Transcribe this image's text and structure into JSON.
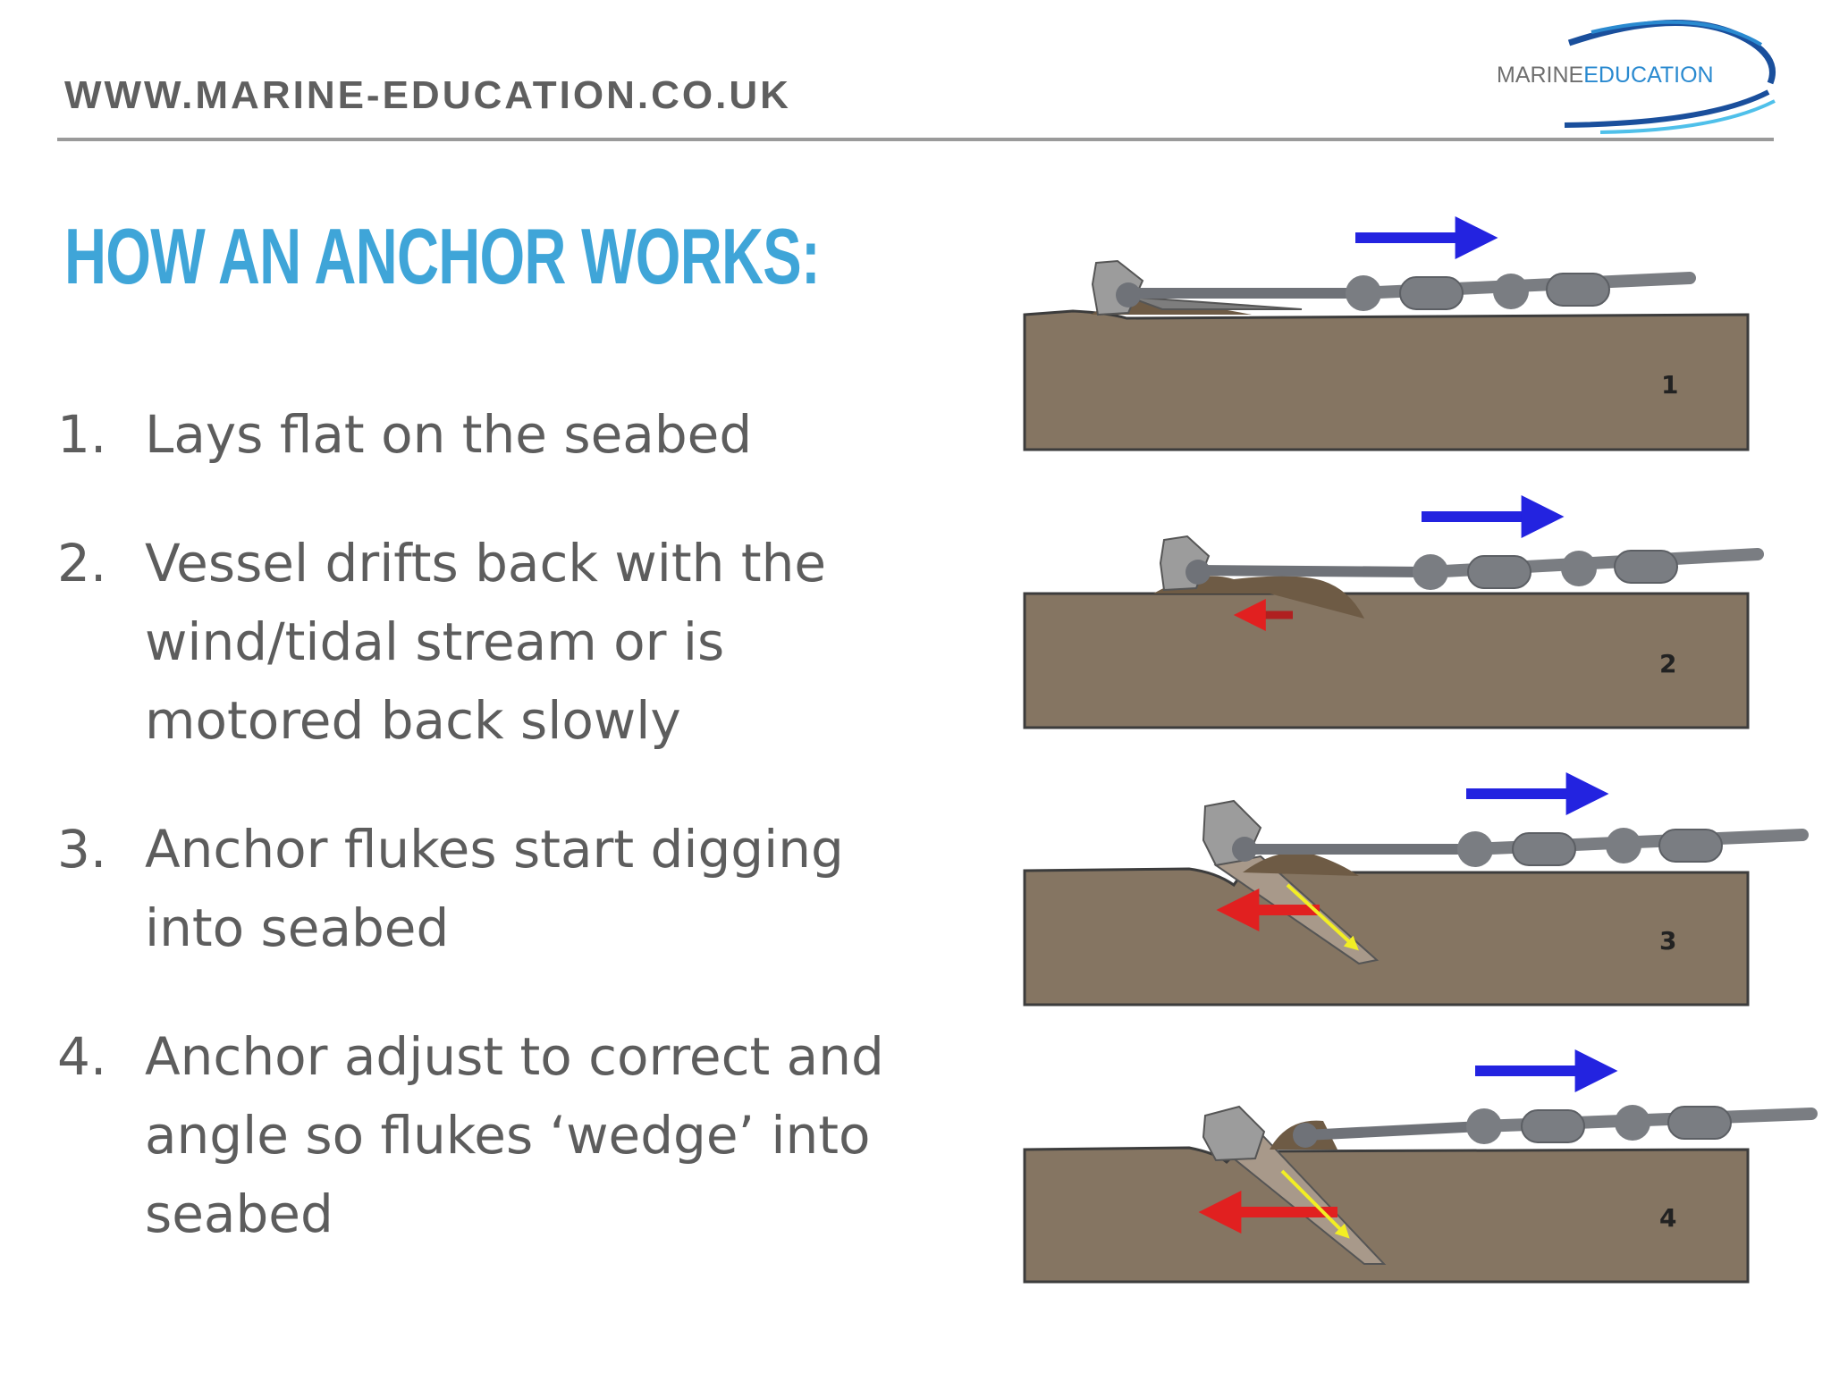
{
  "header": {
    "url": "WWW.MARINE-EDUCATION.CO.UK",
    "logo": {
      "part1": "MARINE",
      "part2": "EDUCATION"
    }
  },
  "title": "HOW AN ANCHOR WORKS:",
  "steps": [
    {
      "num": "1.",
      "text": "Lays flat on the seabed"
    },
    {
      "num": "2.",
      "text": "Vessel drifts back with the wind/tidal stream or is motored back slowly"
    },
    {
      "num": "3.",
      "text": "Anchor flukes start digging into seabed"
    },
    {
      "num": "4.",
      "text": "Anchor adjust to correct and angle so flukes ‘wedge’ into seabed"
    }
  ],
  "diagram": {
    "panels": [
      {
        "label": "1"
      },
      {
        "label": "2"
      },
      {
        "label": "3"
      },
      {
        "label": "4"
      }
    ],
    "colors": {
      "seabed": "#857562",
      "chain": "#7a7d82",
      "pull_arrow": "#2323e0",
      "resistance_arrow": "#e12020",
      "fluke_arrow": "#f2ee24",
      "title": "#3fa5d8"
    }
  }
}
